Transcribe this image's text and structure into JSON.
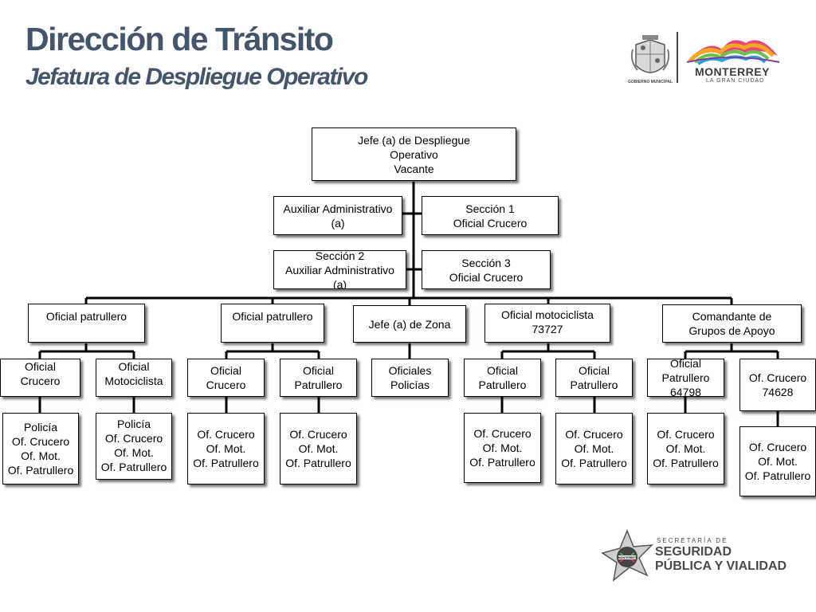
{
  "header": {
    "title": "Dirección de Tránsito",
    "subtitle": "Jefatura de Despliegue Operativo"
  },
  "logos": {
    "municipal_caption": "GOBIERNO MUNICIPAL",
    "city_name": "MONTERREY",
    "city_tagline": "LA GRAN CIUDAD",
    "secretaria_line1": "SECRETARÍA DE",
    "secretaria_line2": "SEGURIDAD",
    "secretaria_line3": "PÚBLICA Y VIALIDAD",
    "badge_text": "MONTERREY"
  },
  "org": {
    "head": "Jefe (a) de Despliegue\nOperativo\nVacante",
    "aux_admin": "Auxiliar Administrativo\n(a)",
    "seccion1": "Sección 1\nOficial Crucero",
    "seccion2": "Sección 2\nAuxiliar Administrativo\n(a)",
    "seccion3": "Sección 3\nOficial Crucero",
    "branches": [
      {
        "label": "Oficial patrullero",
        "children": [
          {
            "label": "Oficial\nCrucero",
            "sub": "Policía\nOf. Crucero\nOf. Mot.\nOf. Patrullero"
          },
          {
            "label": "Oficial\nMotociclista",
            "sub": "Policía\nOf. Crucero\nOf. Mot.\nOf. Patrullero"
          }
        ]
      },
      {
        "label": "Oficial patrullero",
        "children": [
          {
            "label": "Oficial\nCrucero",
            "sub": "Of. Crucero\nOf. Mot.\nOf. Patrullero"
          },
          {
            "label": "Oficial\nPatrullero",
            "sub": "Of. Crucero\nOf. Mot.\nOf. Patrullero"
          }
        ]
      },
      {
        "label": "Jefe (a) de Zona",
        "children": [
          {
            "label": "Oficiales\nPolicías"
          }
        ]
      },
      {
        "label": "Oficial motociclista\n73727",
        "children": [
          {
            "label": "Oficial\nPatrullero",
            "sub": "Of. Crucero\nOf. Mot.\nOf. Patrullero"
          },
          {
            "label": "Oficial\nPatrullero",
            "sub": "Of. Crucero\nOf. Mot.\nOf. Patrullero"
          }
        ]
      },
      {
        "label": "Comandante de\nGrupos de Apoyo",
        "children": [
          {
            "label": "Oficial\nPatrullero\n64798",
            "sub": "Of. Crucero\nOf. Mot.\nOf. Patrullero"
          },
          {
            "label": "Of. Crucero\n74628",
            "sub": "Of. Crucero\nOf. Mot.\nOf. Patrullero"
          }
        ]
      }
    ]
  }
}
